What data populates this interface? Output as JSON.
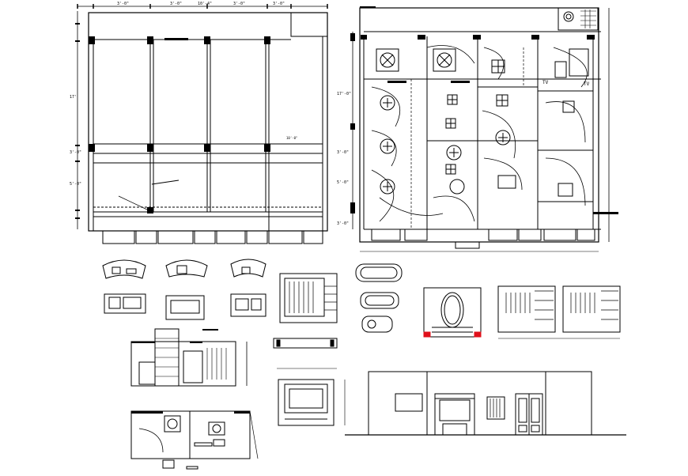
{
  "drawing": {
    "stroke": "#000000",
    "background": "#ffffff",
    "accent": "#e0101a"
  },
  "left_plan": {
    "top_dims": [
      "3'-0\"",
      "3'-0\"",
      "10'-4\"",
      "3'-0\"",
      "3'-0\""
    ],
    "side_dims": [
      "17'",
      "3'-0\"",
      "5'-0\""
    ],
    "label": "10'-0\""
  },
  "right_plan": {
    "side_dims": [
      "17'-0\"",
      "3'-0\"",
      "5'-0\"",
      "3'-0\""
    ],
    "tv_labels": [
      "TV",
      "TV"
    ]
  }
}
